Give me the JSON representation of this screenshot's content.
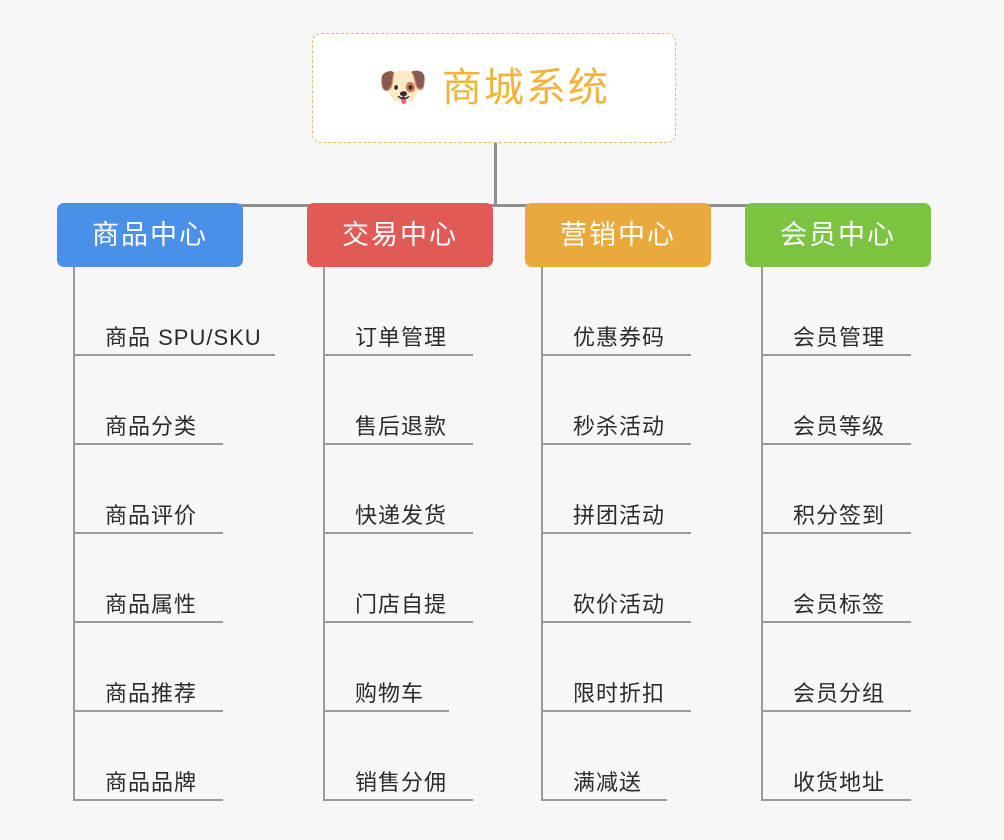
{
  "page": {
    "background_color": "#f7f7f7",
    "connector_color": "#8e8e8e",
    "leaf_line_color": "#9a9a9a",
    "leaf_text_color": "#2b2b2b"
  },
  "root": {
    "icon": "dog-face-emoji",
    "icon_glyph": "🐶",
    "title": "商城系统",
    "title_color": "#f0b43c",
    "border_color": "#e8b96a",
    "background_color": "#ffffff"
  },
  "columns": [
    {
      "name": "product-center",
      "title": "商品中心",
      "color": "#4a90e8",
      "items": [
        {
          "label": "商品 SPU/SKU",
          "line_width": 200
        },
        {
          "label": "商品分类",
          "line_width": 148
        },
        {
          "label": "商品评价",
          "line_width": 148
        },
        {
          "label": "商品属性",
          "line_width": 148
        },
        {
          "label": "商品推荐",
          "line_width": 148
        },
        {
          "label": "商品品牌",
          "line_width": 148
        }
      ]
    },
    {
      "name": "trade-center",
      "title": "交易中心",
      "color": "#e25a55",
      "items": [
        {
          "label": "订单管理",
          "line_width": 148
        },
        {
          "label": "售后退款",
          "line_width": 148
        },
        {
          "label": "快递发货",
          "line_width": 148
        },
        {
          "label": "门店自提",
          "line_width": 148
        },
        {
          "label": "购物车",
          "line_width": 124
        },
        {
          "label": "销售分佣",
          "line_width": 148
        }
      ]
    },
    {
      "name": "marketing-center",
      "title": "营销中心",
      "color": "#eaa93c",
      "items": [
        {
          "label": "优惠券码",
          "line_width": 148
        },
        {
          "label": "秒杀活动",
          "line_width": 148
        },
        {
          "label": "拼团活动",
          "line_width": 148
        },
        {
          "label": "砍价活动",
          "line_width": 148
        },
        {
          "label": "限时折扣",
          "line_width": 148
        },
        {
          "label": "满减送",
          "line_width": 124
        }
      ]
    },
    {
      "name": "member-center",
      "title": "会员中心",
      "color": "#7cc342",
      "items": [
        {
          "label": "会员管理",
          "line_width": 148
        },
        {
          "label": "会员等级",
          "line_width": 148
        },
        {
          "label": "积分签到",
          "line_width": 148
        },
        {
          "label": "会员标签",
          "line_width": 148
        },
        {
          "label": "会员分组",
          "line_width": 148
        },
        {
          "label": "收货地址",
          "line_width": 148
        }
      ]
    }
  ]
}
